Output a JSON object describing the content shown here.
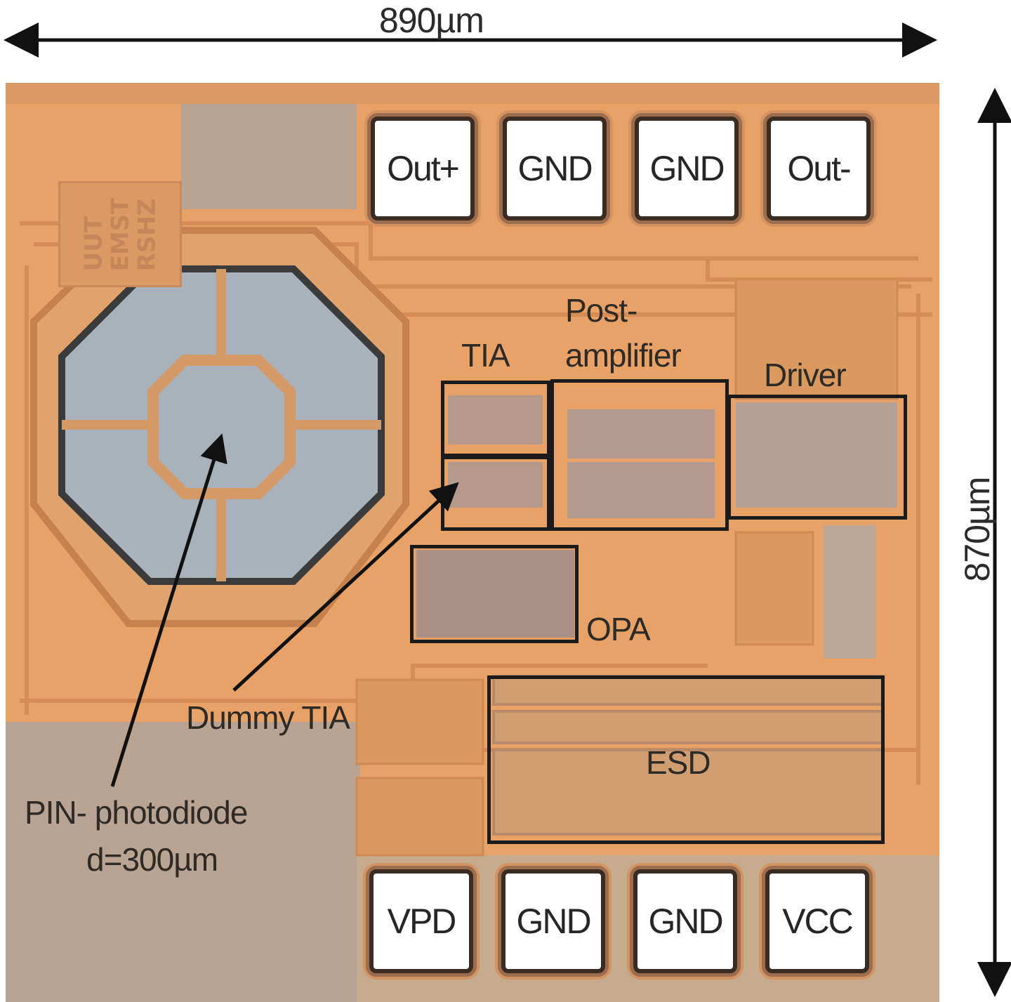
{
  "dimensions": {
    "width": "890µm",
    "height": "870µm"
  },
  "logo": {
    "lines": [
      "UUT",
      "EMST",
      "RSHZ"
    ]
  },
  "pads": {
    "top": [
      "Out+",
      "GND",
      "GND",
      "Out-"
    ],
    "bottom": [
      "VPD",
      "GND",
      "GND",
      "VCC"
    ]
  },
  "blocks": {
    "tia": "TIA",
    "post_amp_line1": "Post-",
    "post_amp_line2": "amplifier",
    "driver": "Driver",
    "opa": "OPA",
    "dummy_tia": "Dummy TIA",
    "esd": "ESD"
  },
  "photodiode": {
    "line1": "PIN- photodiode",
    "line2": "d=300µm"
  },
  "colors": {
    "die": "#e8a267",
    "gray_metal": "#b9a493",
    "photodiode": "#a9b2bb",
    "outline": "#1b1b1b"
  }
}
